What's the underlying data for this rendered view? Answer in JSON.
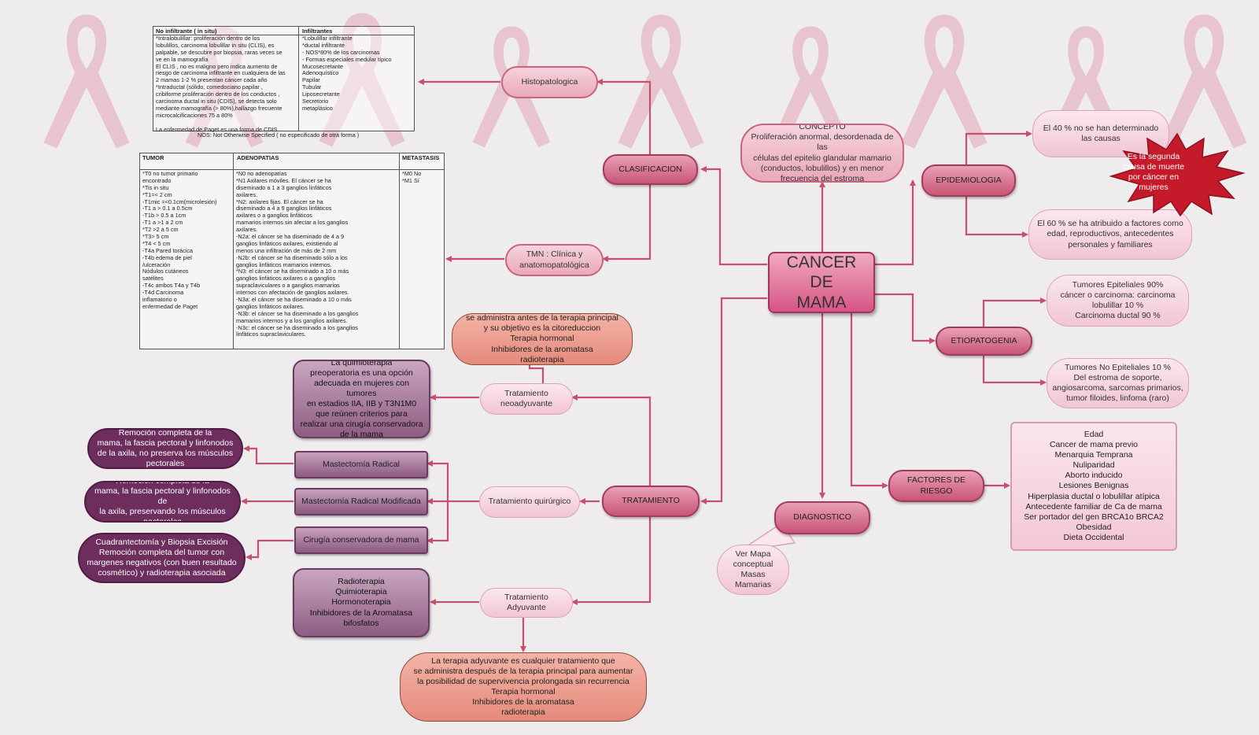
{
  "colors": {
    "background": "#eeeced",
    "connector": "#c5506f",
    "ribbon": "#e3a6b5",
    "star": "#c41a2a"
  },
  "main": {
    "title": "CANCER DE\nMAMA"
  },
  "concepto": {
    "text": "CONCEPTO\nProliferación anormal, desordenada de las\ncélulas del epitelio glandular mamario\n(conductos, lobulillos) y en menor\nfrecuencia del estroma"
  },
  "epidemiologia": {
    "label": "EPIDEMIOLOGIA",
    "items": [
      "El 40 % no se han determinado\nlas causas",
      "El 60 % se ha atribuido a factores como\nedad, reproductivos, antecedentes\npersonales y familiares"
    ],
    "star_text": "Es la segunda\ncausa de muerte\npor cáncer en\nmujeres"
  },
  "etiopatogenia": {
    "label": "ETIOPATOGENIA",
    "items": [
      "Tumores Epiteliales 90%\ncáncer o carcinoma: carcinoma\nlobulillar 10 %\nCarcinoma ductal 90 %",
      "Tumores No Epiteliales 10 %\nDel estroma de soporte,\nangiosarcoma, sarcomas primarios,\ntumor filoides, linfoma (raro)"
    ]
  },
  "factores": {
    "label": "FACTORES DE\nRIESGO",
    "list": "Edad\nCancer de mama previo\nMenarquia Temprana\nNuliparidad\nAborto inducido\nLesiones Benignas\nHiperplasia ductal o lobulillar atípica\nAntecedente familiar de Ca de mama\nSer portador del gen BRCA1o BRCA2\nObesidad\nDieta Occidental"
  },
  "diagnostico": {
    "label": "DIAGNOSTICO",
    "note": "Ver Mapa\nconceptual\nMasas Mamarias"
  },
  "clasificacion": {
    "label": "CLASIFICACION",
    "histopatologica": "Histopatologica",
    "tmn": "TMN : Clínica y\nanatomopatológica"
  },
  "histo_table": {
    "headers": [
      "No infiltrante ( in situ)",
      "Infiltrantes"
    ],
    "col1": "*Intralobulillar: proliferación dentro de los\nlobulillos, carcinoma lobulillar in situ (CLIS), es\npalpable, se descubre por biopsia, raras veces se\nve en la mamografía\nEl CLIS , no es maligno pero indica aumento de\nriesgo de carcinoma infiltrante en cualquiera de las\n2 mamas 1-2 % presentan cáncer cada año\n*Intraductal (sólido, comedociano papilar ,\ncribiforme proliferación dentro de los conductos ,\ncarcinoma ductal in situ (CDIS), se detecta solo\nmediante mamografía (> 80%),hallazgo frecuente\nmicrocalcificaciones 75 a 80%\n\nLa enfermedad de Paget es una forma de CDIS",
    "col2": "*Lobulillar infiltrante\n*ductal infiltrante\n  - NOS*80% de los carcinomas\n  - Formas especiales medular típico\n       Mucosecretante\n       Adenoquístico\n       Papilar\n       Tubular\n    Liposecretante\n       Secretorio\n       metaplásico",
    "footnote": "NOS: Not Otherwise Specified ( no especificado de otra forma )"
  },
  "tnm_table": {
    "headers": [
      "TUMOR",
      "ADENOPATIAS",
      "METASTASIS"
    ],
    "tumor": "*T0 no tumor primario\n      encontrado\n*Tis  in situ\n*T1=< 2 cm\n-T1mic =<0.1cm(microlesión)\n      -T1 a > 0.1 a 0.5cm\n      -T1b > 0.5 a 1cm\n      -T1 a >1 a 2 cm\n*T2 >2 a 5 cm\n*T3> 5 cm\n*T4 < 5 cm\n     -T4a Pared torácica\n     -T4b edema de piel\n         /ulceración\n       Nódulos cutáneos\n       satélites\n     -T4c ambos T4a y T4b\n     -T4d Carcinoma\n         inflamatorio o\n         enfermedad de Paget",
    "adenopatias": "*N0 no adenopatías\n*N1 Axilares móviles. El cáncer se ha\n     diseminado a 1 a 3 ganglios linfáticos\n     axilares.\n*N2: axilares fijas. El cáncer se ha\n     diseminado a 4 a 9 ganglios linfáticos\n     axilares o a ganglios linfáticos\n     mamarios internos sin afectar a los ganglios\n     axilares.\n  -N2a: el cáncer se ha diseminado de 4 a 9\n     ganglios linfáticos axilares, existiendo al\n     menos una infiltración de más de 2 mm\n  -N2b: el cáncer se ha diseminado sólo a los\n     ganglios linfáticos mamarios internos.\n*N3: el cáncer se ha diseminado a 10 o más\n     ganglios linfáticos axilares o a ganglios\n     supraclaviculares o a ganglios mamarios\n     internos con afectación de ganglios axilares.\n  -N3a: el cáncer se ha diseminado a 10 o más\n     ganglios linfáticos axilares.\n  -N3b: el cáncer se ha diseminado a los ganglios\n     mamarios internos y a los ganglios axilares.\n  -N3c: el cáncer se ha diseminado a los ganglios\n     linfáticos supraclaviculares.",
    "metastasis": "*M0 No\n*M1 Sí"
  },
  "tratamiento": {
    "label": "TRATAMIENTO",
    "neoadyuvante": {
      "label": "Tratamiento\nneoadyuvante",
      "top": "se administra antes de la terapia principal\ny su objetivo es la citoreduccion\nTerapia hormonal\nInhibidores de la aromatasa\nradioterapia",
      "left": "La quimioterapia\npreoperatoria es una opción\nadecuada en mujeres con tumores\nen estadios IIA, IIB y T3N1M0\nque reúnen criterios para\nrealizar una cirugía conservadora\nde la mama"
    },
    "quirurgico": {
      "label": "Tratamiento quirúrgico",
      "options": [
        "Mastectomía Radical",
        "Mastectomía Radical Modificada",
        "Cirugía conservadora de mama"
      ],
      "descriptions": [
        "Remoción completa de la\nmama, la fascia pectoral y linfonodos\nde la axila, no preserva los músculos\npectorales",
        "Remoción completa de la\nmama, la fascia pectoral y linfonodos de\nla axila, preservando los músculos\npectorales",
        "Cuadrantectomía y Biopsia Excisión\nRemoción completa del tumor con\nmargenes negativos (con buen resultado\ncosmético) y radioterapia asociada"
      ]
    },
    "adyuvante": {
      "label": "Tratamiento\nAdyuvante",
      "left": "Radioterapia\nQuimioterapia\nHormonoterapia\nInhibidores de la Aromatasa\nbifosfatos",
      "bottom": "La terapia adyuvante es cualquier tratamiento que\nse administra después de la terapia principal para aumentar\nla posibilidad de supervivencia prolongada sin recurrencia\nTerapia hormonal\nInhibidores de la aromatasa\nradioterapia"
    }
  }
}
